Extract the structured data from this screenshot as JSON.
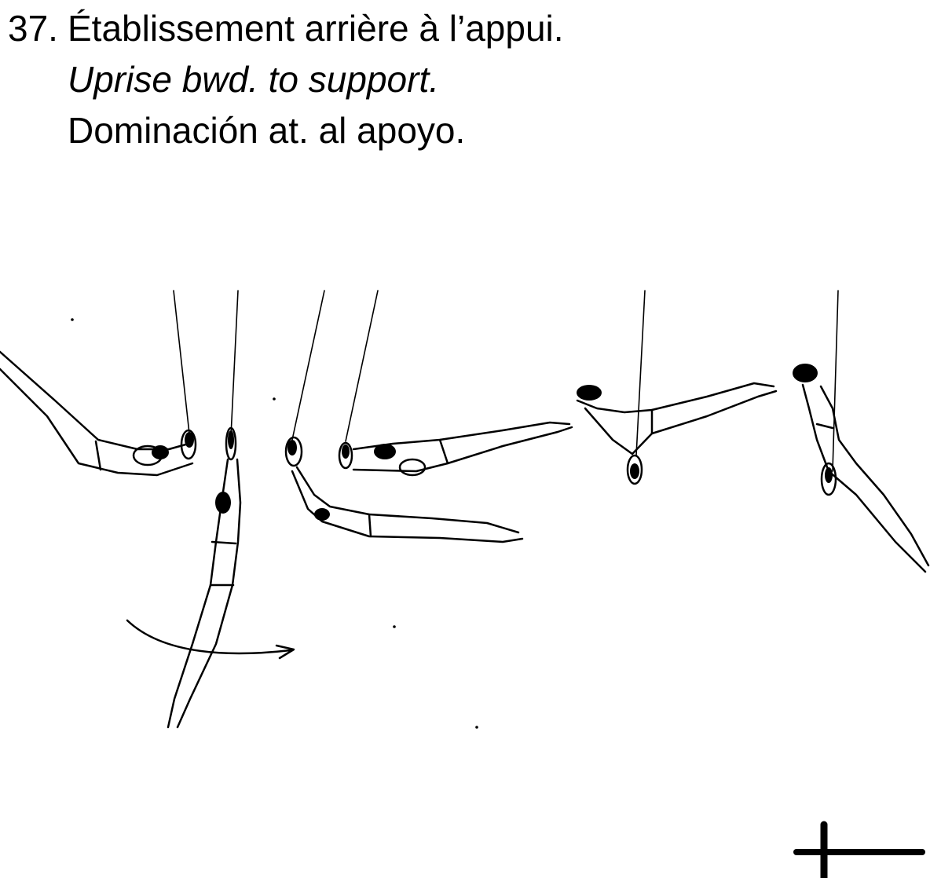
{
  "exercise": {
    "number": "37.",
    "title_fr": "Établissement arrière à l’appui.",
    "title_en": "Uprise bwd. to support.",
    "title_es": "Dominación at. al apoyo."
  },
  "illustration": {
    "icons": [
      "rings-cable-icon",
      "gymnast-figure-icon",
      "swing-arrow-icon",
      "apparatus-symbol-icon"
    ]
  }
}
